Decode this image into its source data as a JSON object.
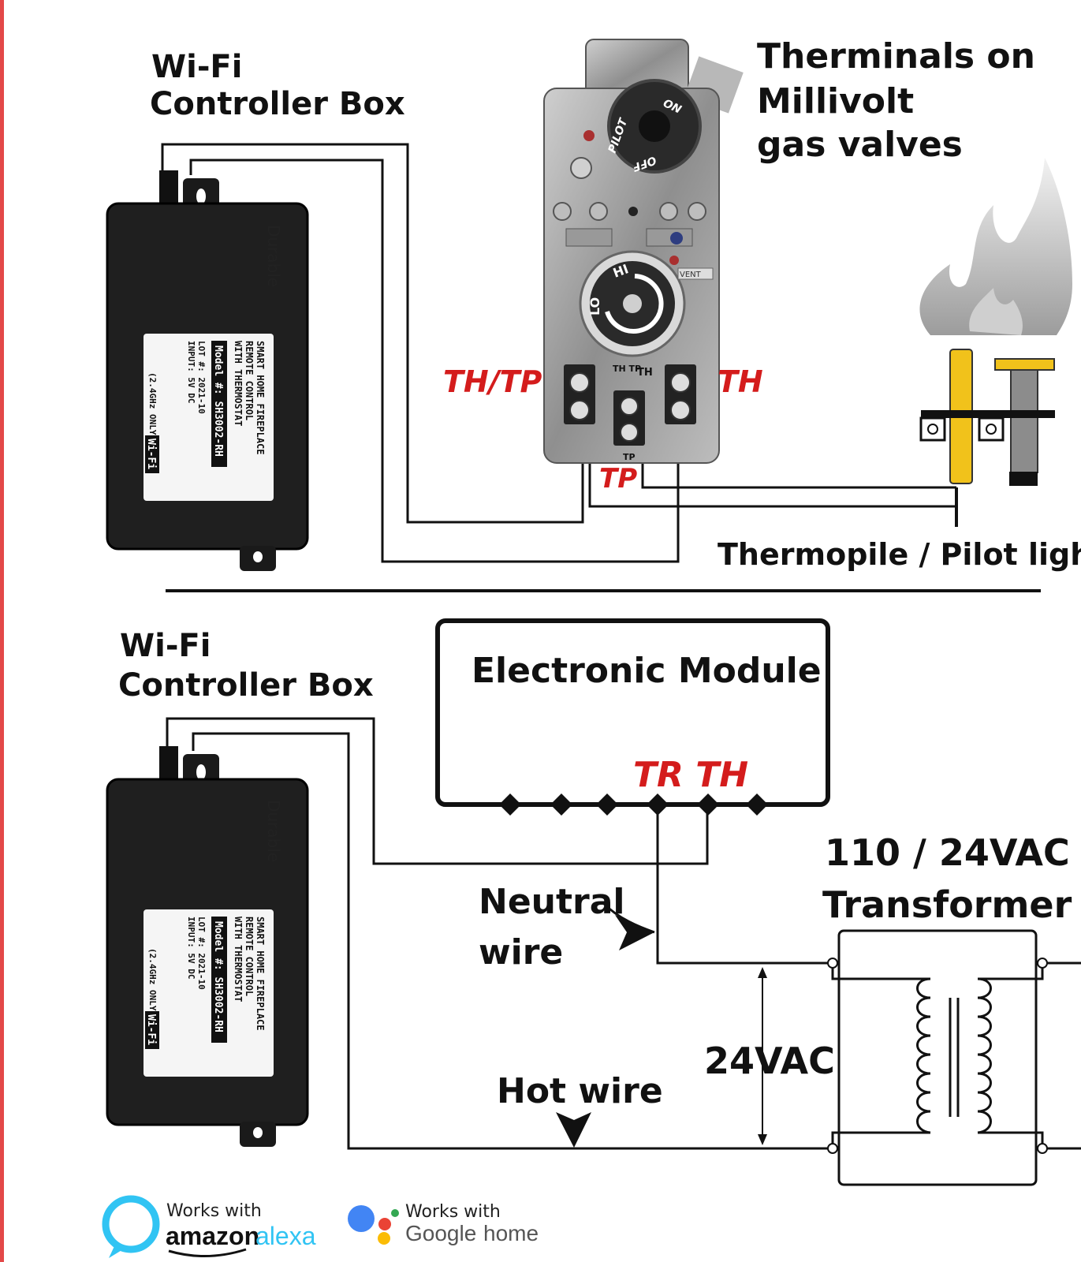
{
  "top": {
    "controller_title_line1": "Wi-Fi",
    "controller_title_line2": "Controller Box",
    "valve_title_line1": "Therminals on",
    "valve_title_line2": "Millivolt",
    "valve_title_line3": "gas valves",
    "terminal_th_tp": "TH/TP",
    "terminal_th": "TH",
    "terminal_tp": "TP",
    "thermopile_label": "Thermopile / Pilot light",
    "knob_top": {
      "on": "ON",
      "pilot": "PILOT",
      "off": "OFF"
    },
    "knob_bottom": {
      "hi": "HI",
      "lo": "LO"
    },
    "valve_small_labels": {
      "th_tp": "TH\nTP",
      "th": "TH",
      "tp": "TP",
      "vent": "VENT"
    }
  },
  "bottom": {
    "controller_title_line1": "Wi-Fi",
    "controller_title_line2": "Controller Box",
    "module_title": "Electronic Module",
    "module_terminals": "TR TH",
    "transformer_line1": "110 / 24VAC",
    "transformer_line2": "Transformer",
    "neutral_line1": "Neutral",
    "neutral_line2": "wire",
    "hot_wire": "Hot wire",
    "voltage": "24VAC"
  },
  "controller_label": {
    "brand": "Durable",
    "line1": "SMART HOME FIREPLACE",
    "line2": "REMOTE CONTROL",
    "line3": "WITH THERMOSTAT",
    "model": "Model #: SH3002-RH",
    "lot": "LOT #: 2021-10",
    "input": "INPUT: 5V DC",
    "wifi_note": "(2.4GHz ONLY)",
    "wifi_badge": "Wi-Fi"
  },
  "badges": {
    "alexa_works": "Works with",
    "alexa_brand1": "amazon",
    "alexa_brand2": "alexa",
    "google_works": "Works with",
    "google_brand1": "Google",
    "google_brand2": "home"
  },
  "colors": {
    "accent_red": "#d41c1c",
    "thermocouple_yellow": "#f1c21b",
    "alexa_blue": "#31c4f3",
    "google_blue": "#4285f4",
    "google_red": "#ea4335",
    "google_yellow": "#fbbc05",
    "google_green": "#34a853",
    "left_border": "#e34848"
  }
}
